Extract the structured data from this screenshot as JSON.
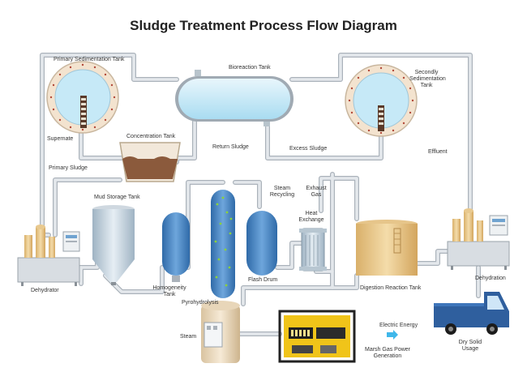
{
  "diagram": {
    "title": "Sludge Treatment Process Flow Diagram",
    "labels": {
      "primary_sedimentation_tank": "Primary Sedimentation Tank",
      "bioreaction_tank": "Bioreaction Tank",
      "secondly_sedimentation_tank": "Secondly Sedimentation Tank",
      "supernate": "Supernate",
      "concentration_tank": "Concentration Tank",
      "return_sludge": "Return Sludge",
      "excess_sludge": "Excess Sludge",
      "effluent": "Effluent",
      "primary_sludge": "Primary Sludge",
      "mud_storage_tank": "Mud Storage Tank",
      "steam_recycling": "Steam Recycling",
      "exhaust_gas": "Exhaust Gas",
      "heat_exchange": "Heat Exchange",
      "dehydrator": "Dehydrator",
      "homogeneity_tank": "Homogeneity Tank",
      "flash_drum": "Flash Drum",
      "pyrohydrolysis": "Pyrohydrolysis",
      "digestion_reaction_tank": "Digestion Reaction Tank",
      "dehydration": "Dehydration",
      "steam": "Steam",
      "electric_energy": "Electric Energy",
      "marsh_gas_power_generation": "Marsh Gas Power Generation",
      "dry_solid_usage": "Dry Solid Usage"
    },
    "colors": {
      "pipe": "#d8dde2",
      "pipe_edge": "#aab2ba",
      "tank_blue": "#4a86c4",
      "water": "#c6e9f7",
      "sludge": "#8b5a3c",
      "truck": "#2f5f9e",
      "generator": "#f0c419"
    }
  }
}
